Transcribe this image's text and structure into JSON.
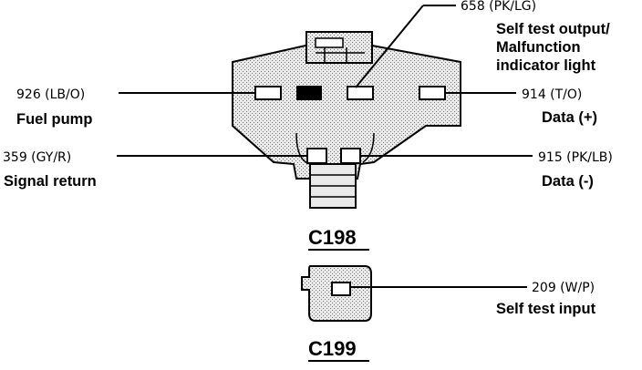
{
  "connectors": [
    {
      "name": "C198",
      "pins": [
        {
          "circuit": "658 (PK/LG)",
          "description": "Self test output/ Malfunction indicator light",
          "description_lines": [
            "Self test output/",
            "Malfunction",
            "indicator light"
          ]
        },
        {
          "circuit": "926 (LB/O)",
          "description": "Fuel pump"
        },
        {
          "circuit": "914 (T/O)",
          "description": "Data (+)"
        },
        {
          "circuit": "359 (GY/R)",
          "description": "Signal return"
        },
        {
          "circuit": "915 (PK/LB)",
          "description": "Data (-)"
        }
      ]
    },
    {
      "name": "C199",
      "pins": [
        {
          "circuit": "209 (W/P)",
          "description": "Self test input"
        }
      ]
    }
  ]
}
